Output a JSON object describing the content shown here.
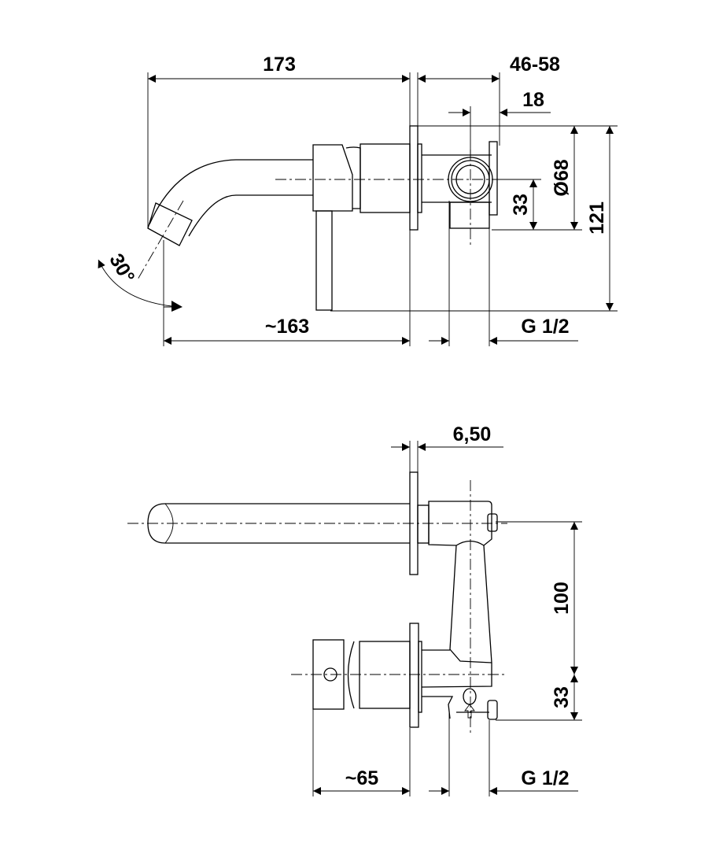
{
  "top_view": {
    "dims": {
      "width_173": "173",
      "depth_46_58": "46-58",
      "offset_18": "18",
      "diameter_68": "Ø68",
      "height_121": "121",
      "offset_33": "33",
      "spout_163": "~163",
      "thread_g12": "G 1/2",
      "angle_30": "30°"
    }
  },
  "front_view": {
    "dims": {
      "plate_650": "6,50",
      "spacing_100": "100",
      "offset_33": "33",
      "handle_65": "~65",
      "thread_g12": "G 1/2"
    }
  },
  "colors": {
    "line": "#000000",
    "background": "#ffffff"
  }
}
